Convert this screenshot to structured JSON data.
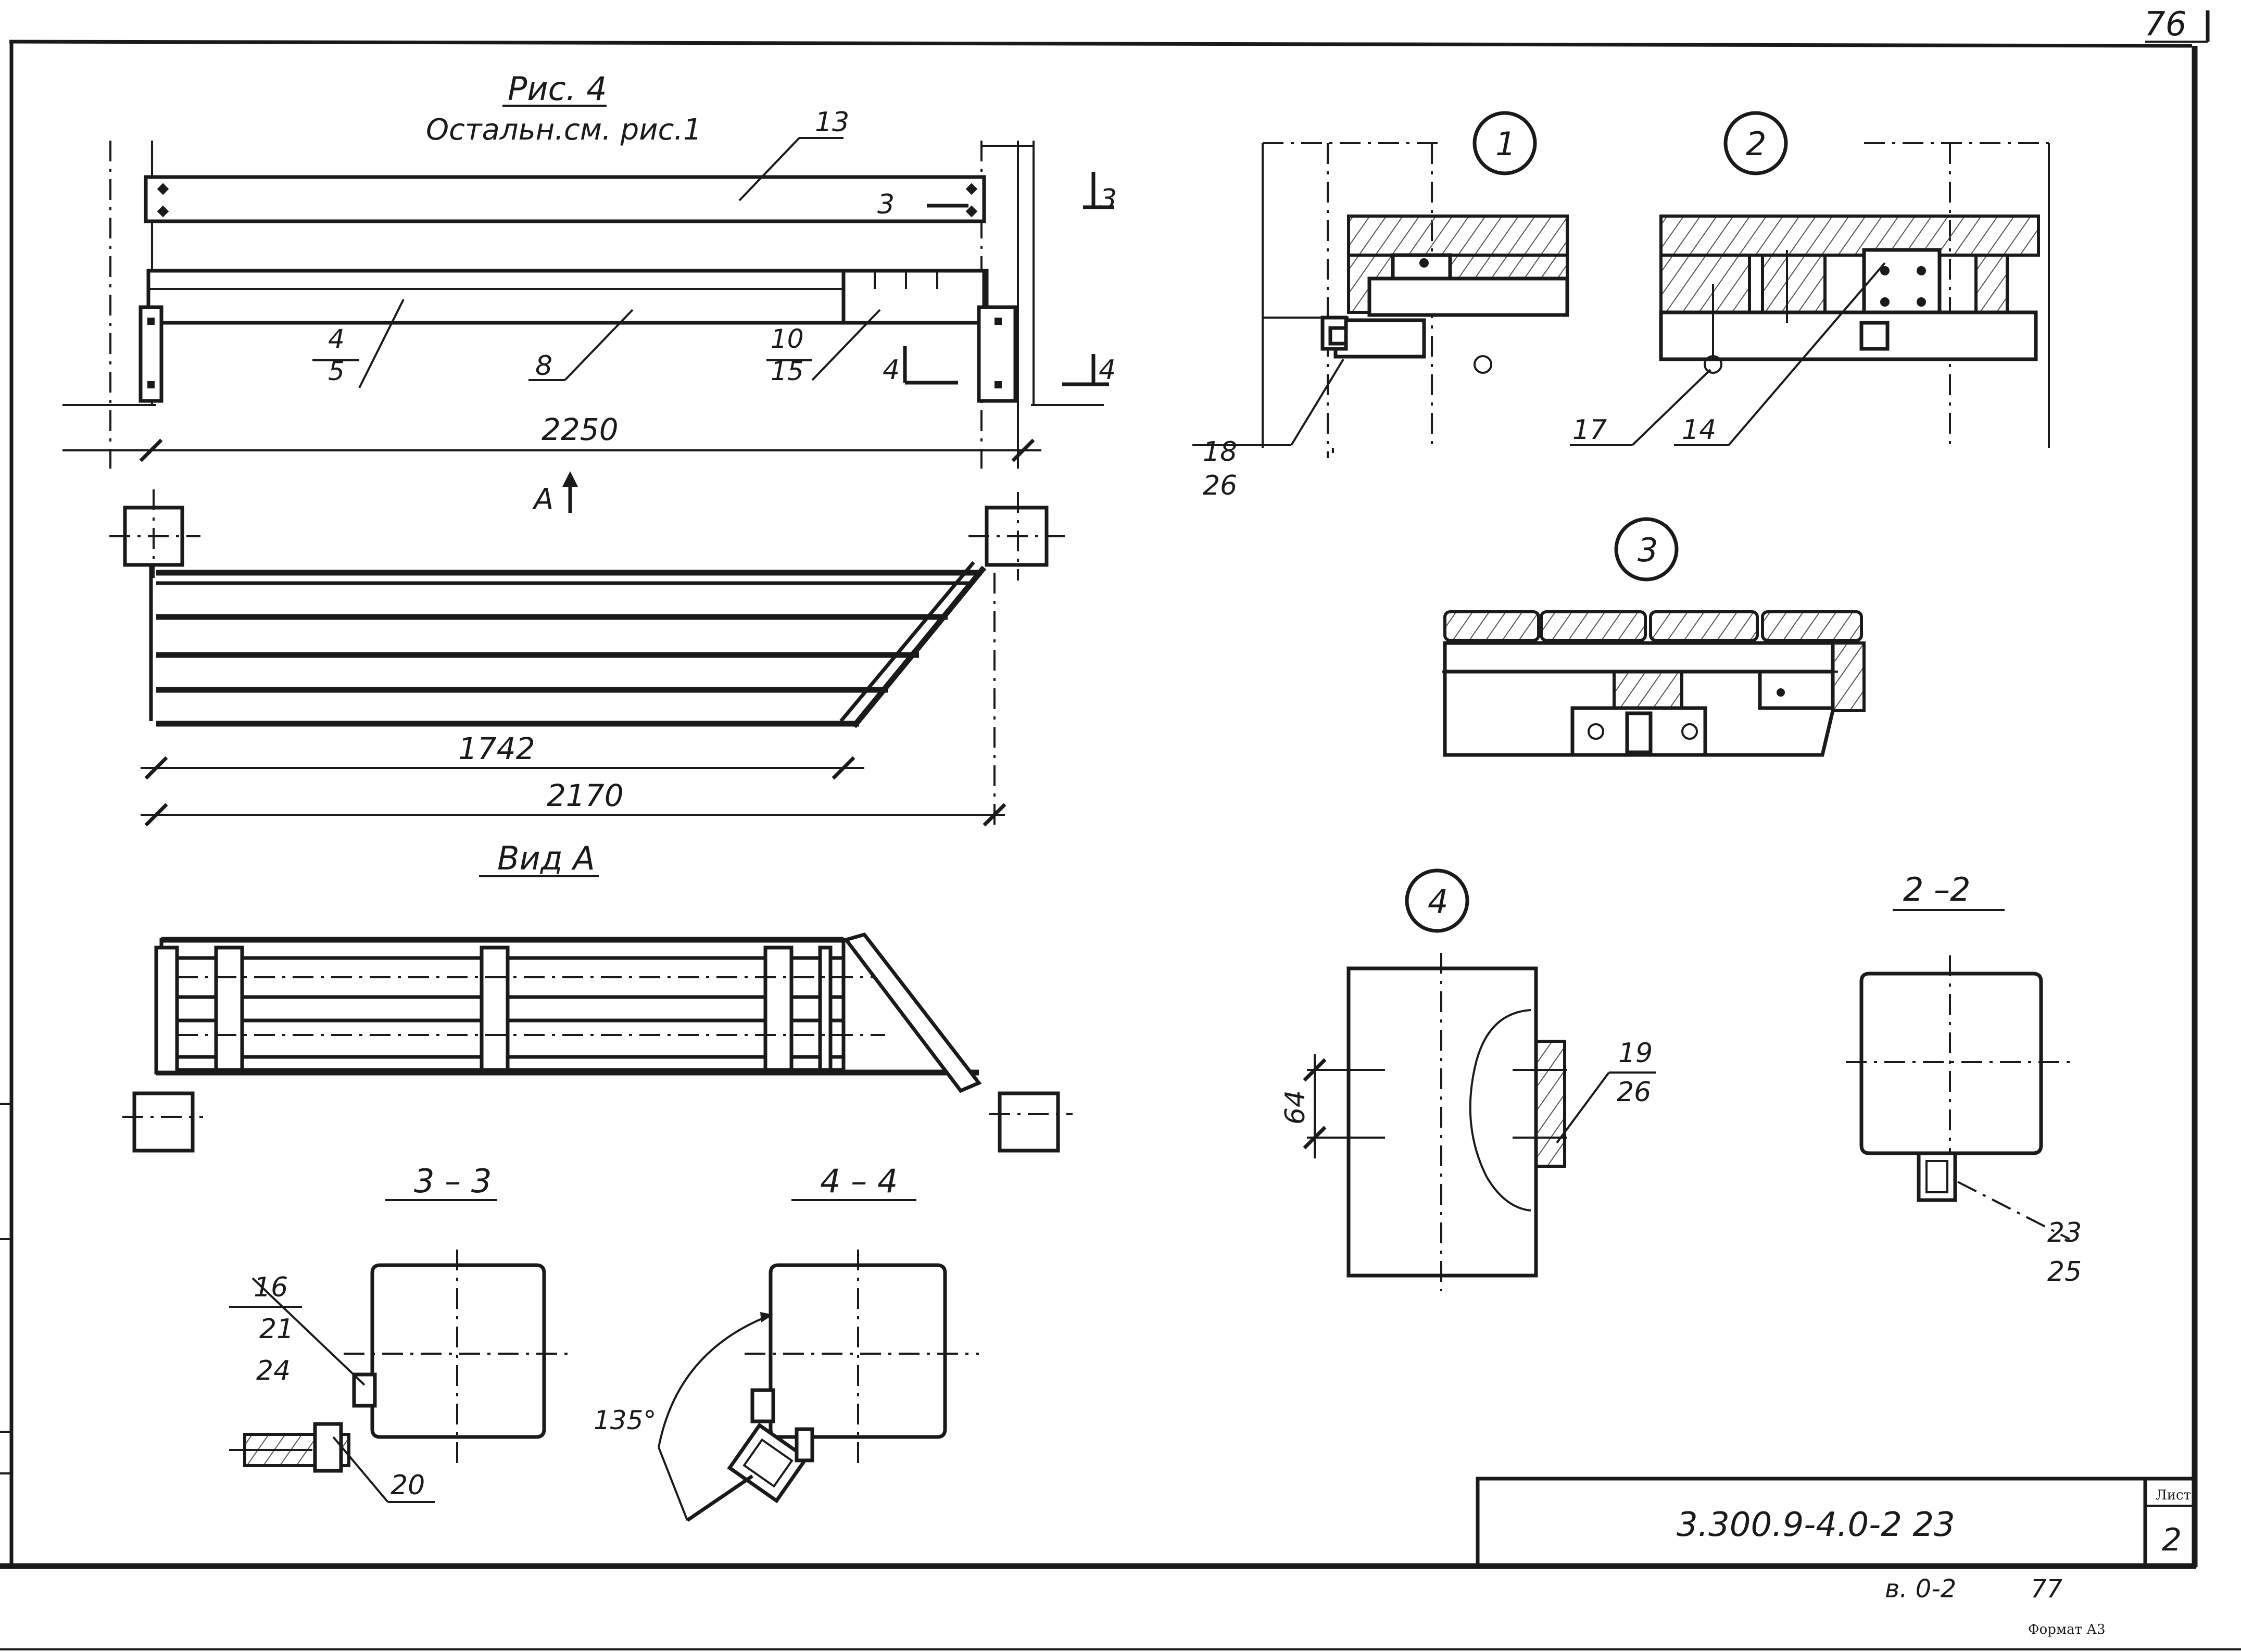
{
  "sheet": {
    "page_number_top": "76",
    "drawing_code": "3.300.9-4.0-2 23",
    "sheet_label": "Лист",
    "sheet_number": "2",
    "bottom_note_code": "в. 0-2",
    "bottom_note_num": "77",
    "format": "Формат А3"
  },
  "fig4": {
    "title": "Рис. 4",
    "subtitle": "Остальн.см. рис.1",
    "dim_total": "2250",
    "dim_inner": "1742",
    "dim_outer": "2170",
    "view_marker": "А",
    "view_title": "Вид А",
    "callouts": {
      "c13": "13",
      "c4": "4",
      "c5": "5",
      "c8": "8",
      "c10": "10",
      "c15": "15",
      "cut3_left": "3",
      "cut3_right": "3",
      "cut4_left": "4",
      "cut4_right": "4"
    }
  },
  "sections": {
    "s33": "3 – 3",
    "s44": "4 – 4",
    "s22": "2 –2",
    "angle": "135°",
    "c16": "16",
    "c21": "21",
    "c24": "24",
    "c20": "20",
    "c23": "23",
    "c25": "25"
  },
  "details": {
    "n1": "1",
    "n2": "2",
    "n3": "3",
    "n4": "4",
    "c18": "18",
    "c26a": "26",
    "c17": "17",
    "c14": "14",
    "c19": "19",
    "c26b": "26",
    "dim64": "64"
  }
}
